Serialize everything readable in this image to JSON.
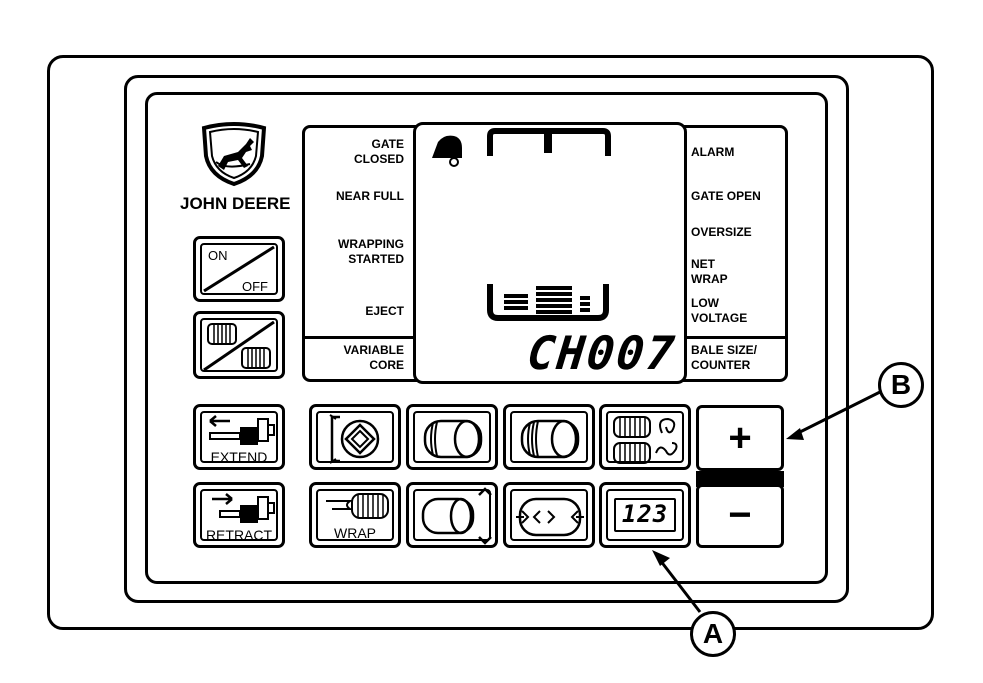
{
  "brand": {
    "name": "JOHN DEERE",
    "logo_icon": "deer-logo-icon"
  },
  "display": {
    "labels_left": [
      "GATE\nCLOSED",
      "NEAR FULL",
      "WRAPPING\nSTARTED",
      "EJECT",
      "VARIABLE\nCORE"
    ],
    "labels_right": [
      "ALARM",
      "GATE OPEN",
      "OVERSIZE",
      "NET\nWRAP",
      "LOW\nVOLTAGE",
      "BALE SIZE/\nCOUNTER"
    ],
    "readout": "CH007"
  },
  "keys": {
    "on_label": "ON",
    "off_label": "OFF",
    "extend_label": "EXTEND",
    "retract_label": "RETRACT",
    "wrap_label": "WRAP",
    "counter_label": "123",
    "plus_label": "+",
    "minus_label": "−"
  },
  "callouts": {
    "a": "A",
    "b": "B"
  }
}
